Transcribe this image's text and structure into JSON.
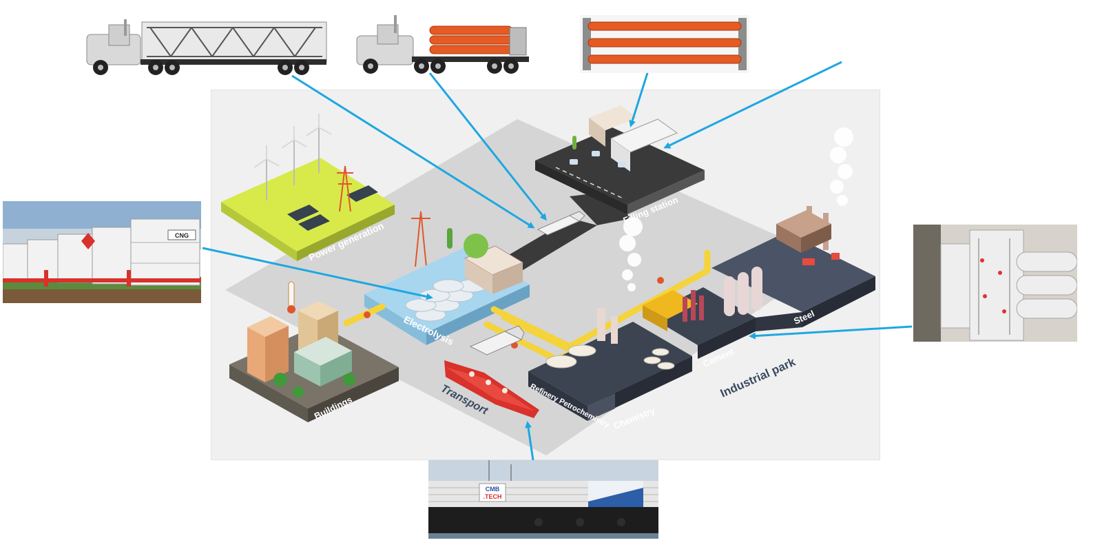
{
  "labels": {
    "power_generation": "Power generation",
    "electrolysis": "Electrolysis",
    "filling_station": "Filling station",
    "buildings": "Buildings",
    "transport": "Transport",
    "refinery_petrochemistry": "Refinery Petrochemistry",
    "chemistry": "Chemistry",
    "cement": "Cement",
    "steel": "Steel",
    "industrial_park": "Industrial park"
  },
  "photos": {
    "tube_trailer": "tube-trailer truck",
    "orange_trailer": "orange cylinder trailer",
    "cylinder_bundle": "orange cylinder bundle",
    "cng_storage": "CNG storage containers",
    "vertical_storage": "vertical tube storage",
    "barge": "hydrogen barge"
  },
  "photo_text": {
    "cng_badge": "CNG",
    "barge_logo_line1": "CMB",
    "barge_logo_line2": ".TECH"
  },
  "colors": {
    "arrow": "#1ea7e1",
    "pipeline": "#f5d33b",
    "power_platform": "#d7ea4a",
    "electrolysis_platform": "#a8d6ee",
    "industrial_dark": "#3c4452",
    "stage_background": "#f0f0f0"
  }
}
